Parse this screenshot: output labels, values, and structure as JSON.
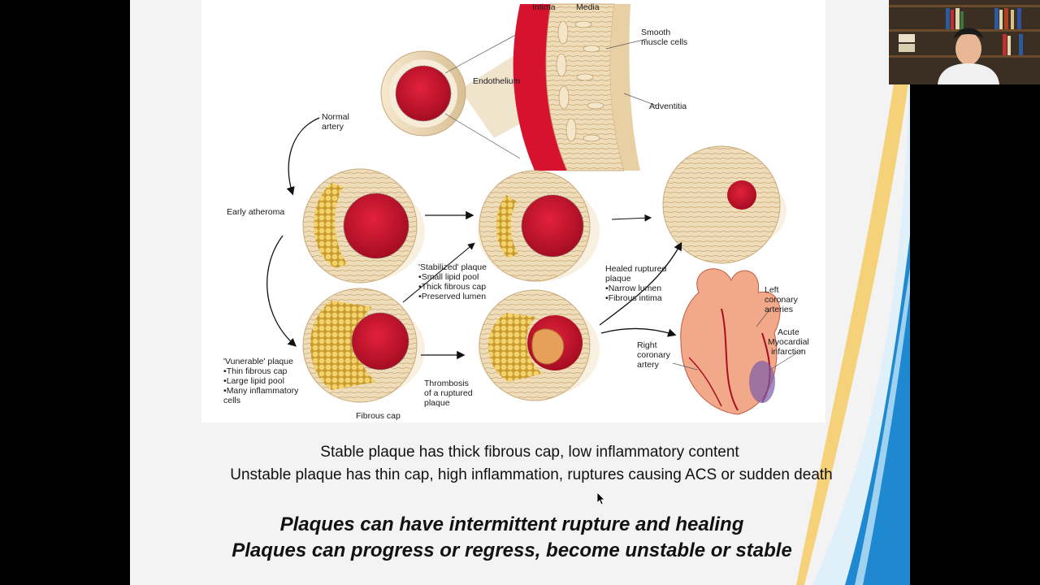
{
  "figure": {
    "labels": {
      "intima": "Intima",
      "media": "Media",
      "smooth_muscle": "Smooth\nmuscle cells",
      "endothelium": "Endothelium",
      "adventitia": "Adventitia",
      "normal_artery": "Normal\nartery",
      "early_atheroma": "Early atheroma",
      "stabilized_title": "'Stabilized' plaque",
      "stabilized_bullets": [
        "Small lipid pool",
        "Thick fibrous cap",
        "Preserved lumen"
      ],
      "healed_title": "Healed ruptured\nplaque",
      "healed_bullets": [
        "Narrow lumen",
        "Fibrous intima"
      ],
      "left_coronary": "Left\ncoronary\narteries",
      "acute_mi": "Acute\nMyocardial\ninfarction",
      "right_coronary": "Right\ncoronary\nartery",
      "vulnerable_title": "'Vunerable' plaque",
      "vulnerable_bullets": [
        "Thin fibrous cap",
        "Large lipid pool",
        "Many inflammatory\ncells"
      ],
      "thrombosis": "Thrombosis\nof a ruptured\nplaque",
      "fibrous_cap": "Fibrous cap"
    }
  },
  "captions": {
    "line1": "Stable plaque has thick fibrous cap, low inflammatory content",
    "line2": "Unstable plaque has thin cap, high inflammation, ruptures causing ACS or sudden death"
  },
  "headline": {
    "line1": "Plaques can have intermittent rupture and healing",
    "line2": "Plaques can progress or regress, become unstable or stable"
  },
  "colors": {
    "lumen_red": "#c8102e",
    "vessel_tan": "#efdcb8",
    "lipid_yellow": "#e8c14a",
    "accent_blue": "#1e88d0",
    "accent_gold": "#f5d27a"
  },
  "icons": {
    "cursor": "mouse-pointer-icon"
  }
}
